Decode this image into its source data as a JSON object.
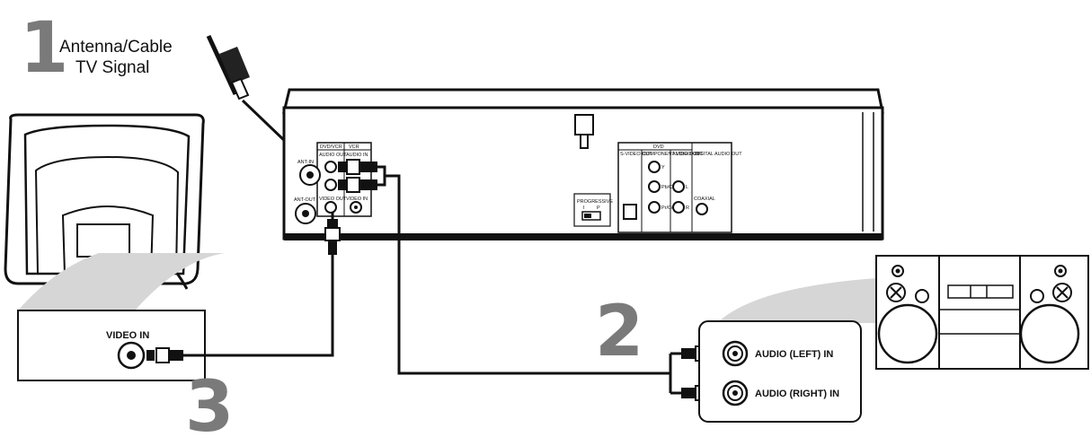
{
  "steps": {
    "antenna": {
      "number": "1",
      "line1": "Antenna/Cable",
      "line2": "TV Signal"
    },
    "audio": {
      "number": "2"
    },
    "video": {
      "number": "3"
    }
  },
  "recorder": {
    "rear_left": {
      "dvd_vcr": "DVD/VCR",
      "vcr": "VCR",
      "audio_out": "AUDIO OUT",
      "audio_in": "AUDIO IN",
      "ant_in": "ANT-IN",
      "ant_out": "ANT-OUT",
      "video_out": "VIDEO OUT",
      "video_in": "VIDEO IN"
    },
    "rear_right": {
      "dvd": "DVD",
      "svideo_out": "S-VIDEO OUT",
      "component_out": "COMPONENT VIDEO OUT",
      "audio_out": "AUDIO OUT",
      "digital_audio_out": "DIGITAL AUDIO OUT",
      "progressive": "PROGRESSIVE",
      "prog_i": "I",
      "prog_p": "P",
      "y": "Y",
      "pb": "Pb/Cb",
      "pr": "Pr/Cr",
      "l": "L",
      "r": "R",
      "coaxial": "COAXIAL"
    }
  },
  "tv_panel": {
    "video_in": "VIDEO IN"
  },
  "stereo_panel": {
    "audio_left_in": "AUDIO (LEFT) IN",
    "audio_right_in": "AUDIO (RIGHT) IN"
  }
}
